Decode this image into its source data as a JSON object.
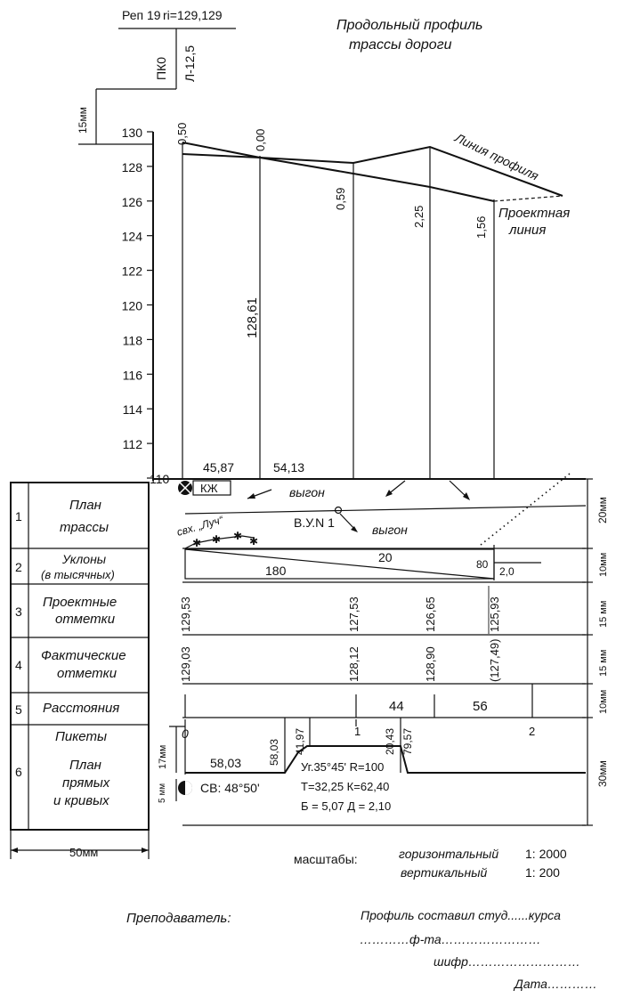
{
  "title": {
    "line1": "Продольный профиль",
    "line2": "трассы дороги"
  },
  "benchmark": {
    "label": "Реп 19",
    "value": "ri=129,129"
  },
  "pk0_label": "ПК0",
  "l_label": "Л-12,5",
  "dim_15mm": "15мм",
  "dim_20mm": "20мм",
  "dim_10mm_a": "10мм",
  "dim_15mm_a": "15 мм",
  "dim_15mm_b": "15 мм",
  "dim_10mm_b": "10мм",
  "dim_30mm": "30мм",
  "dim_17mm": "17мм",
  "dim_5mm": "5 мм",
  "dim_50mm": "50мм",
  "y_axis": {
    "ticks": [
      "130",
      "128",
      "126",
      "124",
      "122",
      "120",
      "118",
      "116",
      "114",
      "112",
      "110"
    ]
  },
  "profile": {
    "ground_label": "Линия профиля",
    "design_label_1": "Проектная",
    "design_label_2": "линия",
    "stations": [
      {
        "mark": "0,50"
      },
      {
        "mark": "0,00"
      },
      {
        "mark": "0,59"
      },
      {
        "mark": "2,25"
      },
      {
        "mark": "1,56"
      }
    ],
    "elev_label": "128,61",
    "lens": [
      "45,87",
      "54,13"
    ]
  },
  "plan": {
    "kj": "КЖ",
    "vygon1": "выгон",
    "vygon2": "выгон",
    "village": "свх. „Луч“",
    "ugol": "В.У.N 1"
  },
  "rows": [
    {
      "num": "1",
      "line1": "План",
      "line2": "трассы"
    },
    {
      "num": "2",
      "line1": "Уклоны",
      "line2": "(в тысячных)"
    },
    {
      "num": "3",
      "line1": "Проектные",
      "line2": "отметки"
    },
    {
      "num": "4",
      "line1": "Фактические",
      "line2": "отметки"
    },
    {
      "num": "5",
      "line1": "Расстояния",
      "line2": ""
    },
    {
      "num": "6",
      "line1": "Пикеты",
      "line2": "План",
      "line3": "прямых",
      "line4": "и кривых"
    }
  ],
  "slopes": {
    "s1": "180",
    "s2": "20",
    "s3": "80",
    "s4": "2,0"
  },
  "design_marks": [
    "129,53",
    "127,53",
    "126,65",
    "125,93"
  ],
  "actual_marks": [
    "129,03",
    "128,12",
    "128,90",
    "(127,49)"
  ],
  "distances": [
    "44",
    "56"
  ],
  "pickets": [
    "0",
    "1",
    "2"
  ],
  "curve": {
    "v1": "58,03",
    "v2": "58,03",
    "v3": "41,97",
    "v4": "20,43",
    "v5": "79,57",
    "sv": "СВ: 48°50'",
    "ug": "Уг.35°45' R=100",
    "t": "Т=32,25  К=62,40",
    "b": "Б = 5,07  Д = 2,10"
  },
  "scales": {
    "label": "масштабы:",
    "h_label": "горизонтальный",
    "h_value": "1: 2000",
    "v_label": "вертикальный",
    "v_value": "1: 200"
  },
  "footer": {
    "teacher": "Преподаватель:",
    "composed": "Профиль составил студ......курса",
    "faculty": "…………ф-та……………………",
    "cipher": "шифр………………………",
    "date": "Дата…………"
  }
}
